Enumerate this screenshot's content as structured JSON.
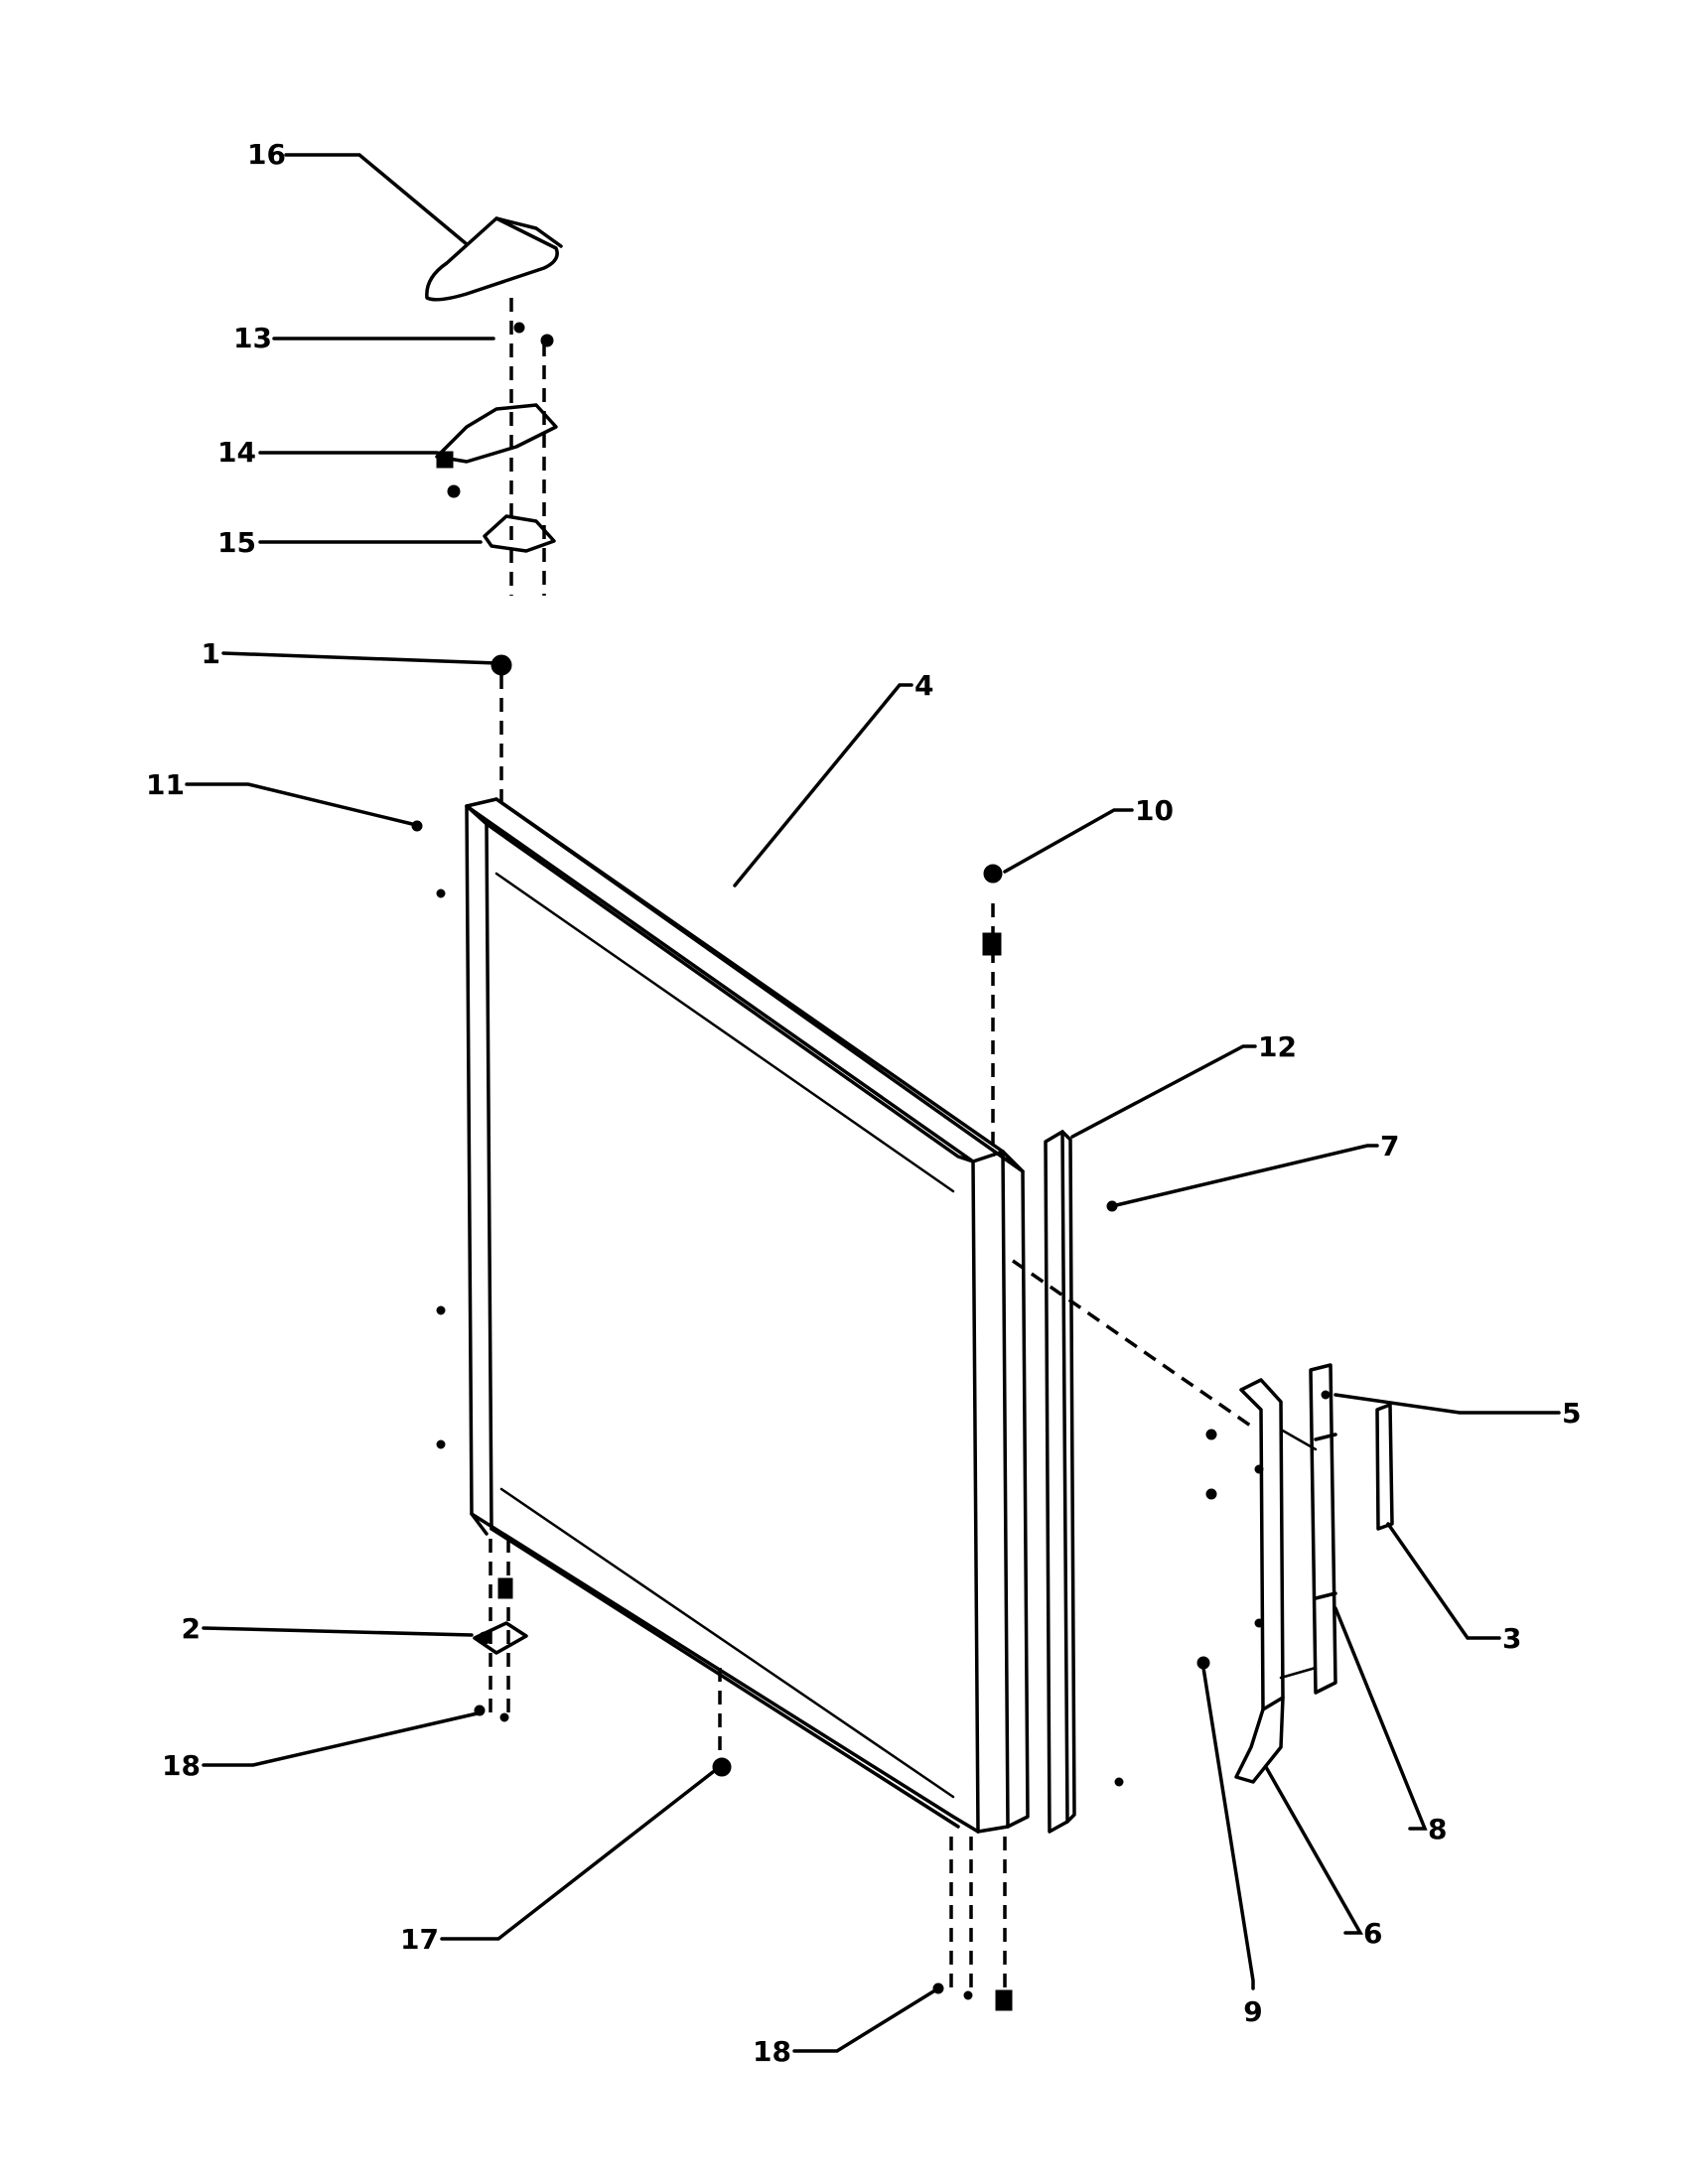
{
  "diagram": {
    "type": "exploded-parts-view",
    "callouts": [
      {
        "id": "c16a",
        "label": "16"
      },
      {
        "id": "c13",
        "label": "13"
      },
      {
        "id": "c14",
        "label": "14"
      },
      {
        "id": "c15",
        "label": "15"
      },
      {
        "id": "c1",
        "label": "1"
      },
      {
        "id": "c4",
        "label": "4"
      },
      {
        "id": "c11",
        "label": "11"
      },
      {
        "id": "c10",
        "label": "10"
      },
      {
        "id": "c12",
        "label": "12"
      },
      {
        "id": "c7",
        "label": "7"
      },
      {
        "id": "c5",
        "label": "5"
      },
      {
        "id": "c3",
        "label": "3"
      },
      {
        "id": "c2",
        "label": "2"
      },
      {
        "id": "c18a",
        "label": "18"
      },
      {
        "id": "c8",
        "label": "8"
      },
      {
        "id": "c6",
        "label": "6"
      },
      {
        "id": "c17",
        "label": "17"
      },
      {
        "id": "c9",
        "label": "9"
      },
      {
        "id": "c18b",
        "label": "18"
      }
    ]
  }
}
